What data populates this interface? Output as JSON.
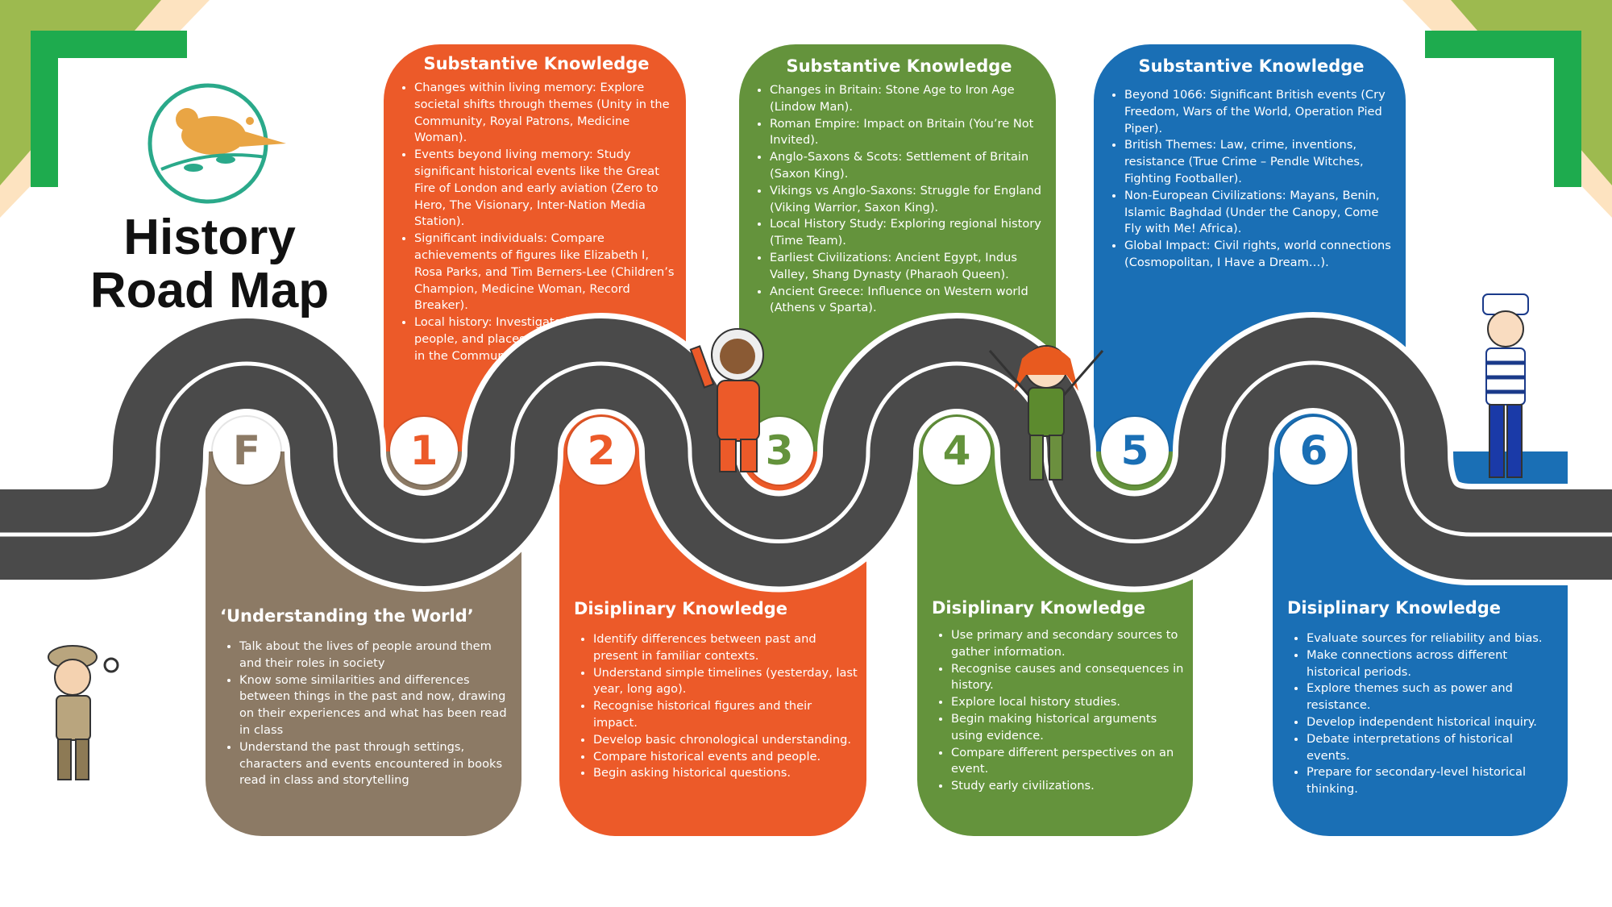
{
  "title": {
    "line1": "History",
    "line2": "Road Map"
  },
  "colors": {
    "orange": "#ec5a29",
    "green": "#64933c",
    "blue": "#1a6fb5",
    "brown": "#8c7a65",
    "road": "#4a4a4a"
  },
  "stages": [
    "F",
    "1",
    "2",
    "3",
    "4",
    "5",
    "6"
  ],
  "top_cards": [
    {
      "heading": "Substantive Knowledge",
      "items": [
        "Changes within living memory: Explore societal shifts through themes (Unity in the Community, Royal Patrons, Medicine Woman).",
        "Events beyond living memory: Study significant historical events like the Great Fire of London and early aviation (Zero to Hero, The Visionary, Inter-Nation Media Station).",
        "Significant individuals: Compare achievements of figures like Elizabeth I, Rosa Parks, and Tim Berners-Lee (Children’s Champion, Medicine Woman, Record Breaker).",
        "Local history: Investigate key events, people, and places in the community (Unity in the Community)."
      ]
    },
    {
      "heading": "Substantive Knowledge",
      "items": [
        "Changes in Britain: Stone Age to Iron Age (Lindow Man).",
        "Roman Empire: Impact on Britain (You’re Not Invited).",
        "Anglo-Saxons & Scots: Settlement of Britain (Saxon King).",
        "Vikings vs Anglo-Saxons: Struggle for England (Viking Warrior, Saxon King).",
        "Local History Study: Exploring regional history (Time Team).",
        "Earliest Civilizations: Ancient Egypt, Indus Valley, Shang Dynasty (Pharaoh Queen).",
        "Ancient Greece: Influence on Western world (Athens v Sparta)."
      ]
    },
    {
      "heading": "Substantive Knowledge",
      "items": [
        "Beyond 1066: Significant British events (Cry Freedom, Wars of the World, Operation Pied Piper).",
        "British Themes: Law, crime, inventions, resistance (True Crime – Pendle Witches, Fighting Footballer).",
        "Non-European Civilizations: Mayans, Benin, Islamic Baghdad (Under the Canopy, Come Fly with Me! Africa).",
        "Global Impact: Civil rights, world connections (Cosmopolitan, I Have a Dream…)."
      ]
    }
  ],
  "bottom_cards": [
    {
      "heading": "‘Understanding the World’",
      "items": [
        "Talk about the lives of people around them and their roles in society",
        "Know some similarities and differences between things in the past and now, drawing on their experiences and what has been read in class",
        "Understand the past through settings, characters and events encountered in books read in class and storytelling"
      ]
    },
    {
      "heading": "Disiplinary Knowledge",
      "items": [
        "Identify differences between past and present in familiar contexts.",
        "Understand simple timelines (yesterday, last year, long ago).",
        "Recognise historical figures and their impact.",
        "Develop basic chronological understanding.",
        "Compare historical events and people.",
        "Begin asking historical questions."
      ]
    },
    {
      "heading": "Disiplinary Knowledge",
      "items": [
        "Use primary and secondary sources to gather information.",
        "Recognise causes and consequences in history.",
        "Explore local history studies.",
        "Begin making historical arguments using evidence.",
        "Compare different perspectives on an event.",
        "Study early civilizations."
      ]
    },
    {
      "heading": "Disiplinary Knowledge",
      "items": [
        "Evaluate sources for reliability and bias.",
        "Make connections across different historical periods.",
        "Explore themes such as power and resistance.",
        "Develop independent historical inquiry.",
        "Debate interpretations of historical events.",
        "Prepare for secondary-level historical thinking."
      ]
    }
  ]
}
